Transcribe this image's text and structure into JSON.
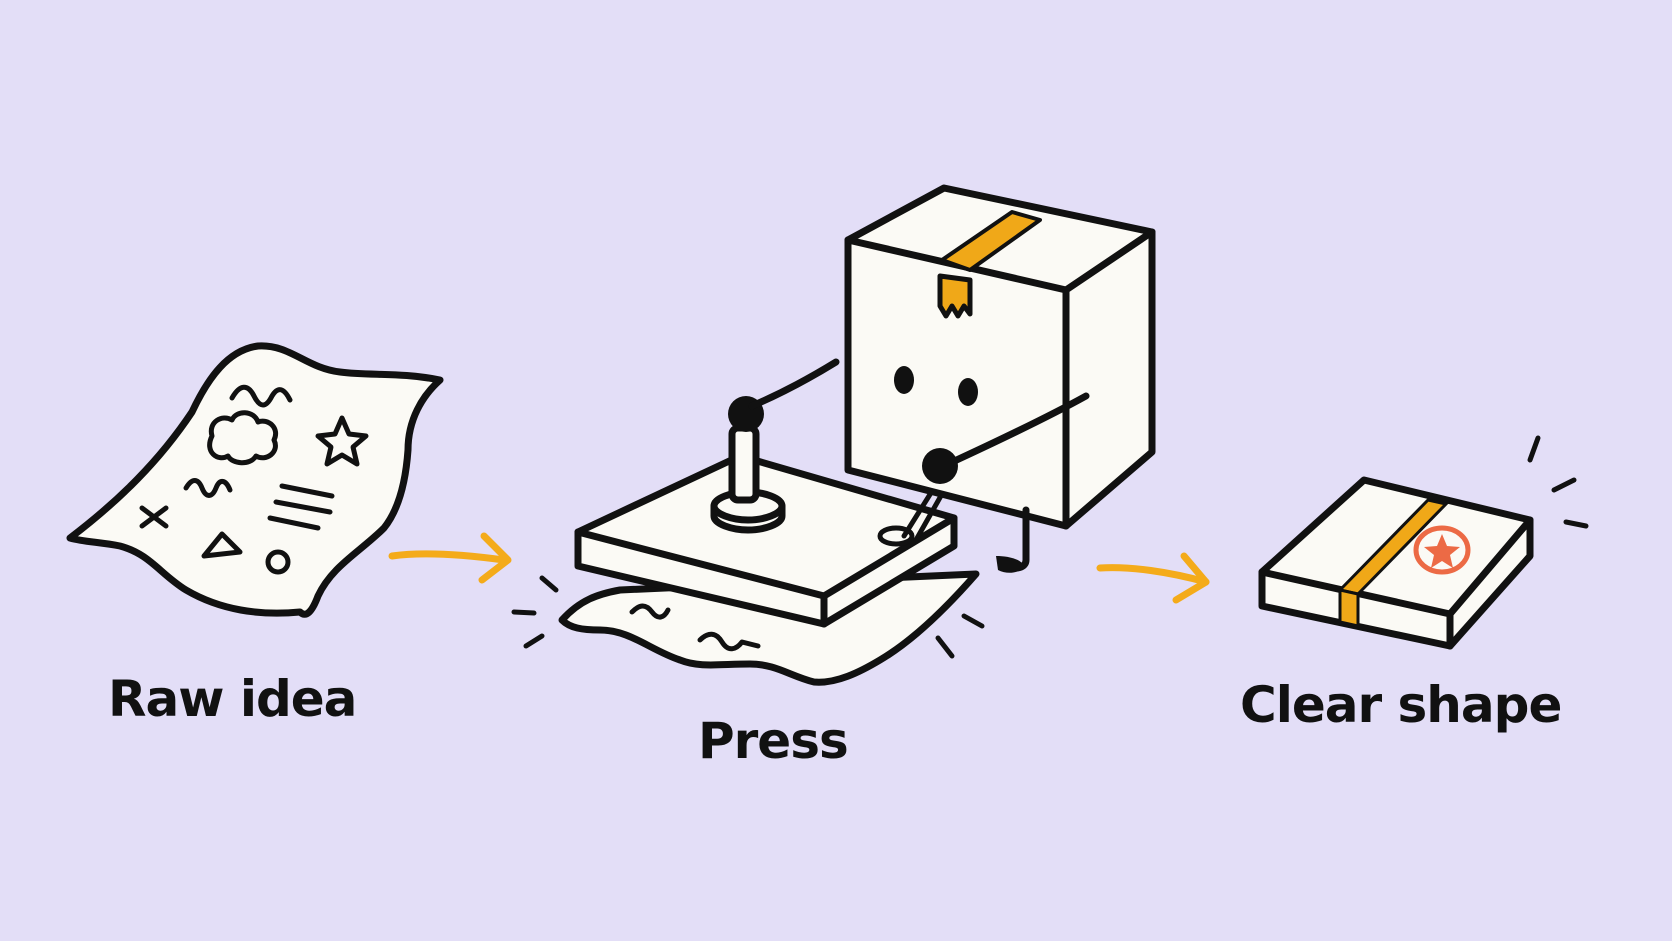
{
  "steps": [
    {
      "label": "Raw idea",
      "icon": "crumpled-paper-icon"
    },
    {
      "label": "Press",
      "icon": "box-character-press-icon"
    },
    {
      "label": "Clear shape",
      "icon": "wrapped-package-icon"
    }
  ],
  "colors": {
    "background": "#e3def7",
    "ink": "#111111",
    "paper": "#fbfaf5",
    "arrow": "#f4ab1a",
    "tape": "#f0a818",
    "badge": "#ec6a45"
  }
}
